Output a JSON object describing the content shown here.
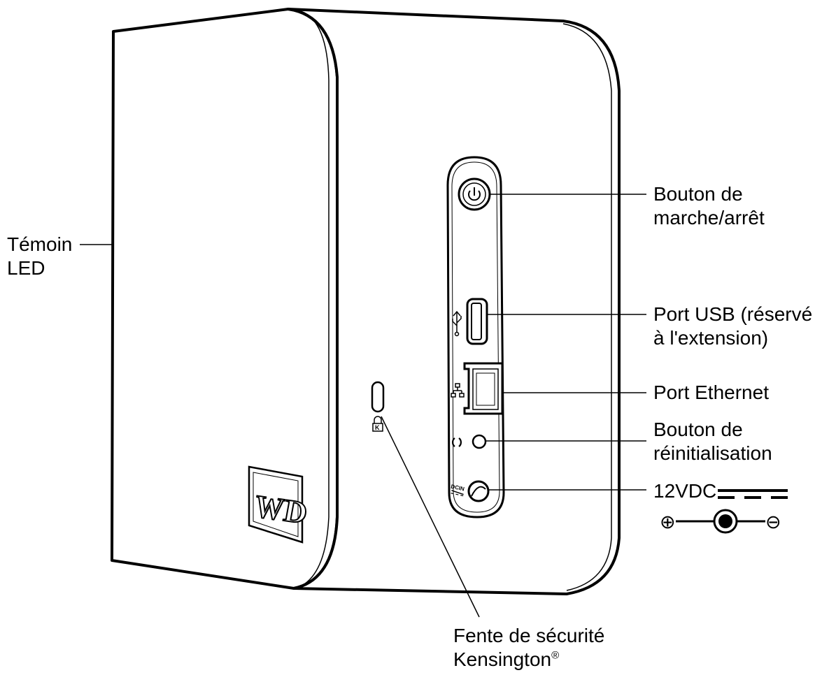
{
  "labels": {
    "led": [
      "Témoin",
      "LED"
    ],
    "power_button": [
      "Bouton de",
      "marche/arrêt"
    ],
    "usb_port": [
      "Port USB (réservé",
      "à l'extension)"
    ],
    "ethernet_port": [
      "Port Ethernet"
    ],
    "reset_button": [
      "Bouton de",
      "réinitialisation"
    ],
    "power_input": "12VDC",
    "kensington": [
      "Fente de sécurité",
      "Kensington"
    ],
    "kensington_mark": "®"
  },
  "device": {
    "logo_text": "WD",
    "dc_in_text": "DCIN"
  },
  "polarity": {
    "positive_symbol": "⊕",
    "negative_symbol": "⊖"
  }
}
